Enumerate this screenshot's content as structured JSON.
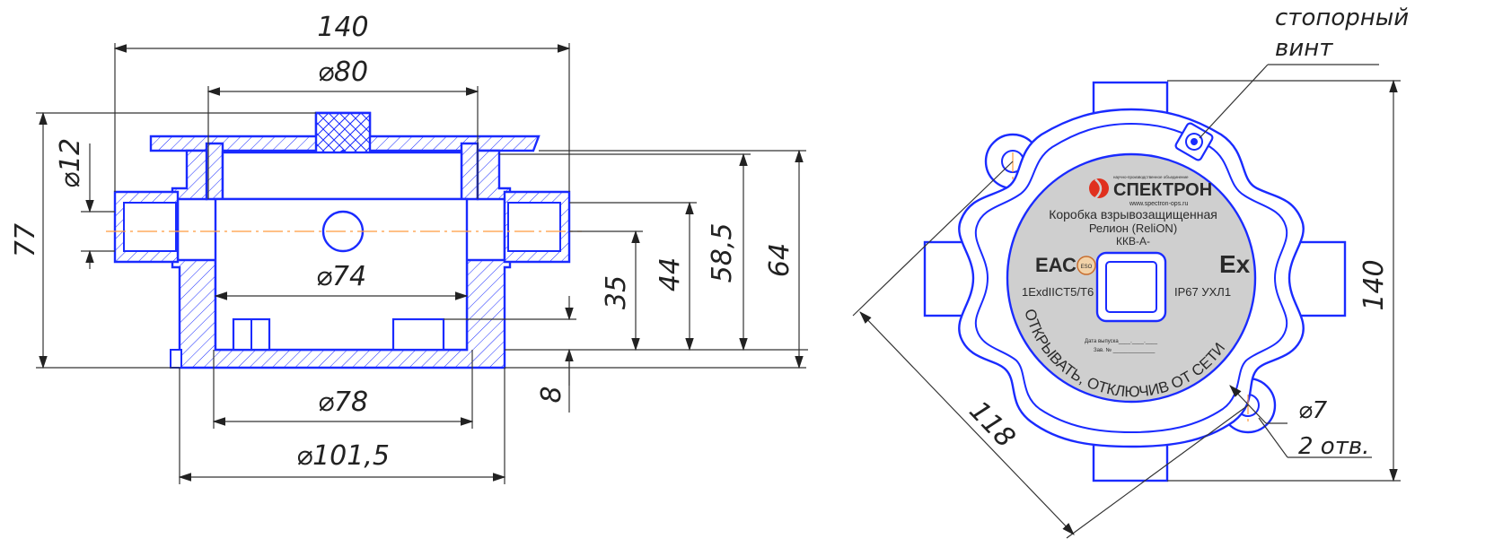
{
  "section_view": {
    "dims": {
      "width_total": "140",
      "phi80": "⌀80",
      "phi12": "⌀12",
      "h77": "77",
      "phi74": "⌀74",
      "h35": "35",
      "h44": "44",
      "h58_5": "58,5",
      "h64": "64",
      "h8": "8",
      "phi78": "⌀78",
      "phi101_5": "⌀101,5"
    }
  },
  "top_view": {
    "callouts": {
      "screw_line1": "стопорный",
      "screw_line2": "винт",
      "hole_dia": "⌀7",
      "hole_count": "2 отв.",
      "width": "140",
      "diag": "118"
    },
    "label": {
      "brand": "СПЕКТРОН",
      "brand_small": "научно-производственное объединение",
      "url": "www.spectron-ops.ru",
      "line1": "Коробка взрывозащищенная",
      "line2": "Релион (ReliON)",
      "line3": "ККВ-А-",
      "eac": "ЕАС",
      "ex": "Ex",
      "marking_left": "1ExdIICT5/T6",
      "marking_right": "IP67  УХЛ1",
      "release": "Дата выпуска____.____.____",
      "serial": "Зав. № ______________",
      "warning": "ОТКРЫВАТЬ, ОТКЛЮЧИВ ОТ СЕТИ",
      "eso": "ESO"
    }
  },
  "colors": {
    "outline": "#1a2bff",
    "axis": "#ff9b3d",
    "label_bg": "#cfcfcf",
    "logo_red": "#e0301e"
  }
}
